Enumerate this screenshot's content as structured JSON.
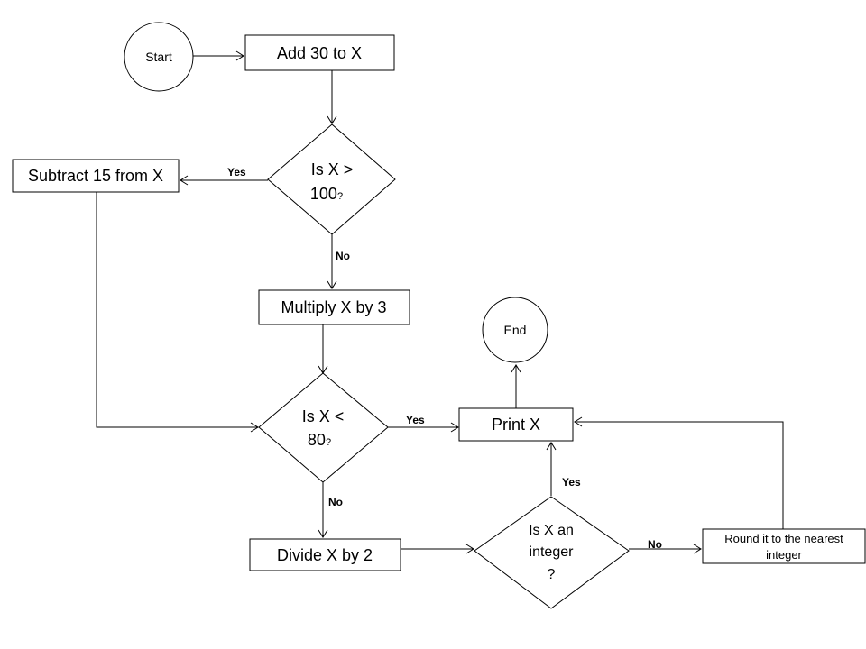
{
  "nodes": {
    "start": "Start",
    "add30": "Add 30 to X",
    "q1_line1": "Is X >",
    "q1_line2": "100",
    "q1_mark": "?",
    "subtract15": "Subtract 15 from X",
    "multiply3": "Multiply X by 3",
    "end": "End",
    "q2_line1": "Is X <",
    "q2_line2": "80",
    "q2_mark": "?",
    "print": "Print X",
    "divide2": "Divide X by 2",
    "q3_line1": "Is X an",
    "q3_line2": "integer",
    "q3_line3": "?",
    "round_line1": "Round it to the nearest",
    "round_line2": "integer"
  },
  "labels": {
    "q1_yes": "Yes",
    "q1_no": "No",
    "q2_yes": "Yes",
    "q2_no": "No",
    "q3_yes": "Yes",
    "q3_no": "No"
  }
}
